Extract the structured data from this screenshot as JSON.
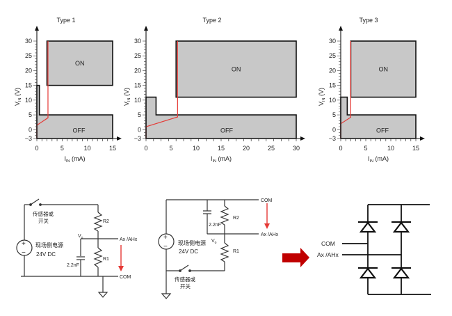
{
  "chart_data": [
    {
      "type": "area",
      "title": "Type 1",
      "xlabel_main": "I",
      "xlabel_sub": "IN",
      "xlabel_unit": " (mA)",
      "ylabel_main": "V",
      "ylabel_sub": "IN",
      "ylabel_unit": " (V)",
      "xlim": [
        0,
        15
      ],
      "ylim": [
        -3,
        30
      ],
      "xticks": [
        0,
        5,
        10,
        15
      ],
      "yticks": [
        -3,
        0,
        5,
        10,
        15,
        20,
        25,
        30
      ],
      "on_region": {
        "label": "ON",
        "x": [
          2,
          15
        ],
        "y": [
          15,
          30
        ]
      },
      "off_region": {
        "label": "OFF",
        "points": [
          [
            0,
            -3
          ],
          [
            0,
            15
          ],
          [
            0.5,
            15
          ],
          [
            0.5,
            5
          ],
          [
            15,
            5
          ],
          [
            15,
            -3
          ]
        ]
      },
      "red_curve": [
        [
          0,
          -3
        ],
        [
          0,
          1.5
        ],
        [
          2.2,
          4
        ],
        [
          2.2,
          30
        ]
      ]
    },
    {
      "type": "area",
      "title": "Type 2",
      "xlabel_main": "I",
      "xlabel_sub": "IN",
      "xlabel_unit": " (mA)",
      "ylabel_main": "V",
      "ylabel_sub": "IN",
      "ylabel_unit": " (V)",
      "xlim": [
        0,
        30
      ],
      "ylim": [
        -3,
        30
      ],
      "xticks": [
        0,
        5,
        10,
        15,
        20,
        25,
        30
      ],
      "yticks": [
        -3,
        0,
        5,
        10,
        15,
        20,
        25,
        30
      ],
      "on_region": {
        "label": "ON",
        "x": [
          6,
          30
        ],
        "y": [
          11,
          30
        ]
      },
      "off_region": {
        "label": "OFF",
        "points": [
          [
            0,
            -3
          ],
          [
            0,
            11
          ],
          [
            2,
            11
          ],
          [
            2,
            5
          ],
          [
            30,
            5
          ],
          [
            30,
            -3
          ]
        ]
      },
      "red_curve": [
        [
          0,
          -3
        ],
        [
          0,
          1
        ],
        [
          6.3,
          4.3
        ],
        [
          6.3,
          30
        ]
      ]
    },
    {
      "type": "area",
      "title": "Type 3",
      "xlabel_main": "I",
      "xlabel_sub": "IN",
      "xlabel_unit": " (mA)",
      "ylabel_main": "V",
      "ylabel_sub": "IN",
      "ylabel_unit": " (V)",
      "xlim": [
        0,
        15
      ],
      "ylim": [
        -3,
        30
      ],
      "xticks": [
        0,
        5,
        10,
        15
      ],
      "yticks": [
        -3,
        0,
        5,
        10,
        15,
        20,
        25,
        30
      ],
      "on_region": {
        "label": "ON",
        "x": [
          2,
          15
        ],
        "y": [
          11,
          30
        ]
      },
      "off_region": {
        "label": "OFF",
        "points": [
          [
            0,
            -3
          ],
          [
            0,
            11
          ],
          [
            1.3,
            11
          ],
          [
            1.3,
            5
          ],
          [
            15,
            5
          ],
          [
            15,
            -3
          ]
        ]
      },
      "red_curve": [
        [
          0,
          -3
        ],
        [
          0,
          2
        ],
        [
          2,
          4.2
        ],
        [
          2,
          30
        ]
      ]
    }
  ],
  "colors": {
    "region_fill": "#c8c8c8",
    "outline": "#111111",
    "curve": "#e53935",
    "arrow": "#c00000"
  },
  "circuit_sink": {
    "switch_label_1": "传感器或",
    "switch_label_2": "开关",
    "source_label_1": "现场侧电源",
    "source_label_2": "24V DC",
    "r2": "R2",
    "r1": "R1",
    "vo": "V",
    "vo_sub": "o",
    "cap": "2.2nF",
    "out_label": "Ax /AHx",
    "com_label": "COM",
    "plus": "+",
    "minus": "−"
  },
  "circuit_source": {
    "switch_label_1": "传感器或",
    "switch_label_2": "开关",
    "source_label_1": "现场侧电源",
    "source_label_2": "24V DC",
    "r2": "R2",
    "r1": "R1",
    "vo": "V",
    "vo_sub": "o",
    "cap": "2.2nF",
    "out_label": "Ax /AHx",
    "com_label": "COM",
    "plus": "+",
    "minus": "−"
  },
  "bridge": {
    "com_label": "COM",
    "ax_label": "Ax /AHx"
  }
}
